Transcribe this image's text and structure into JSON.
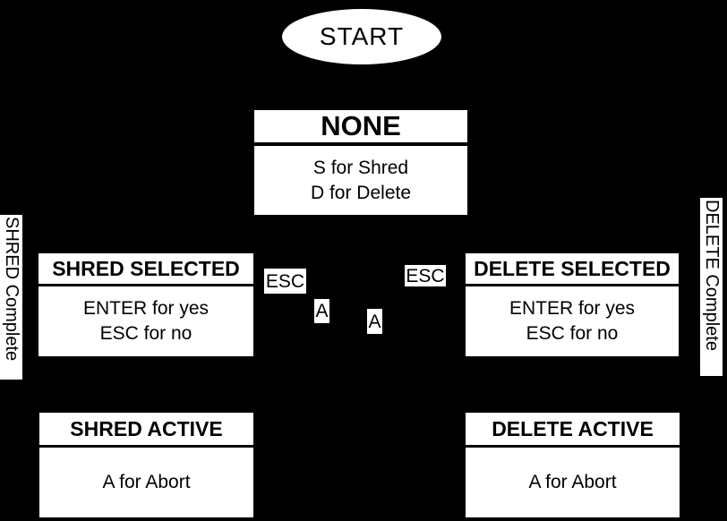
{
  "diagram": {
    "colors": {
      "background": "#000000",
      "node_fill": "#ffffff",
      "node_text": "#000000"
    },
    "start": {
      "label": "START"
    },
    "states": {
      "none": {
        "title": "NONE",
        "line1": "S for Shred",
        "line2": "D for Delete"
      },
      "shred_selected": {
        "title": "SHRED SELECTED",
        "line1": "ENTER for yes",
        "line2": "ESC for no"
      },
      "delete_selected": {
        "title": "DELETE SELECTED",
        "line1": "ENTER for yes",
        "line2": "ESC for no"
      },
      "shred_active": {
        "title": "SHRED ACTIVE",
        "line1": "A for Abort"
      },
      "delete_active": {
        "title": "DELETE ACTIVE",
        "line1": "A for Abort"
      }
    },
    "edge_labels": {
      "esc_left": "ESC",
      "esc_right": "ESC",
      "a_left": "A",
      "a_right": "A"
    },
    "side_labels": {
      "left": "SHRED Complete",
      "right": "DELETE Complete"
    }
  }
}
